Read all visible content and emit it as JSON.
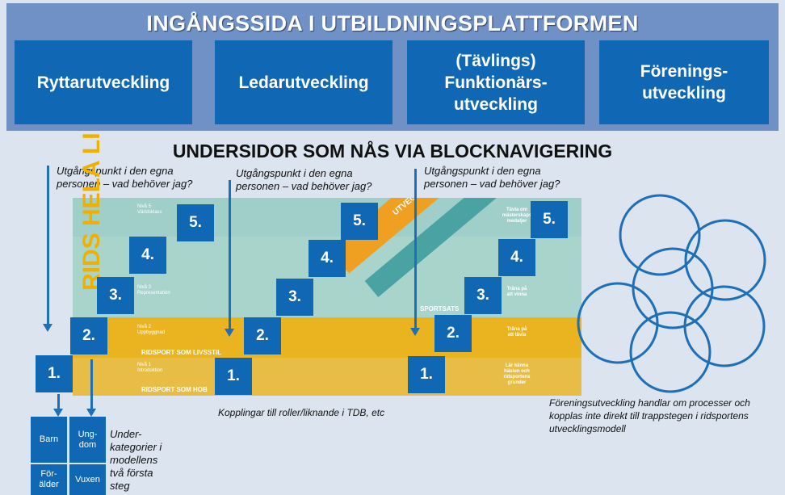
{
  "header": {
    "title": "INGÅNGSSIDA I UTBILDNINGSPLATTFORMEN",
    "categories": [
      {
        "label": "Ryttarutveckling"
      },
      {
        "label": "Ledarutveckling"
      },
      {
        "label": "(Tävlings)\nFunktionärs-\nutveckling"
      },
      {
        "label": "Förenings-\nutveckling"
      }
    ]
  },
  "sub": {
    "title": "UNDERSIDOR SOM NÅS VIA BLOCKNAVIGERING",
    "note": "Utgångspunkt i den egna\npersonen – vad behöver jag?",
    "caption_middle": "Kopplingar till roller/liknande i TDB, etc",
    "caption_right": "Föreningsutveckling handlar om processer och\nkopplas inte direkt till trappstegen i ridsportens\nutvecklingsmodell",
    "subcat_note": "Under-\nkategorier i\nmodellens\ntvå första\nsteg"
  },
  "steps": [
    "1.",
    "2.",
    "3.",
    "4.",
    "5."
  ],
  "subcats": [
    "Barn",
    "Ung-\ndom",
    "För-\nälder",
    "Vuxen"
  ],
  "model": {
    "vertical_text": "RIDS HELA LI",
    "diagonal_text": "UTVECKLINGSPROGRAM",
    "sportsats": "SPORTSATS",
    "levels": [
      {
        "id": "Nivå 5",
        "name": "Världsklass"
      },
      {
        "id": "Nivå 3",
        "name": "Representation"
      },
      {
        "id": "Nivå 2",
        "name": "Uppbyggnad"
      },
      {
        "id": "Nivå 1",
        "name": "Introduktion"
      }
    ],
    "bands": [
      "RIDSPORT SOM LIVSSTIL",
      "RIDSPORT SOM HOB"
    ],
    "right_texts": [
      "Tävla om\nmästerskaps\nmedaljer",
      "Träna på\natt vinna",
      "Träna på\natt tävla",
      "Lär känna\nhästen och\nridsportens\ngrunder"
    ]
  },
  "colors": {
    "accent": "#1068b4",
    "header_bg": "#6f91c6",
    "page_bg": "#dbe4ef"
  }
}
